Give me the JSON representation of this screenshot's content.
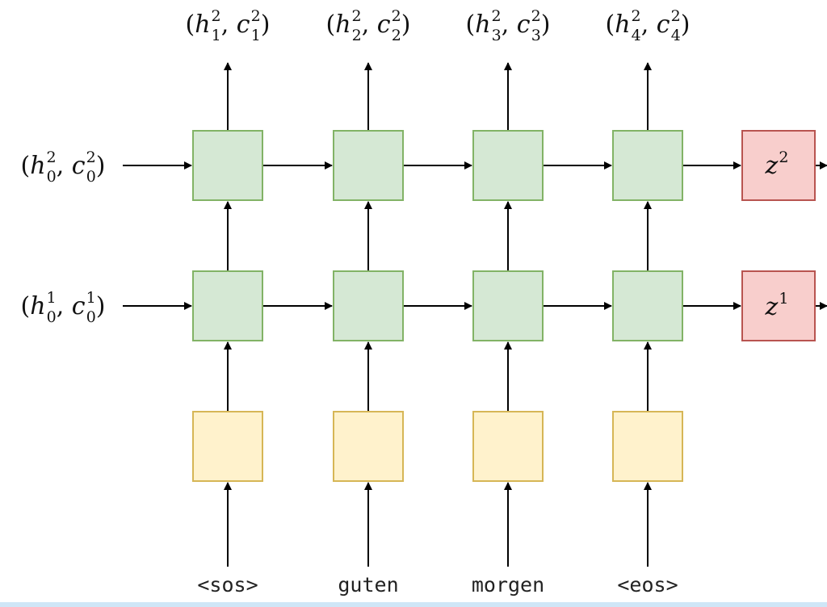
{
  "diagram": {
    "title": "",
    "colors": {
      "lstm_fill": "#d5e8d4",
      "lstm_stroke": "#82b366",
      "embed_fill": "#fff2cc",
      "embed_stroke": "#d6b656",
      "context_fill": "#f8cecc",
      "context_stroke": "#b85450",
      "arrow": "#000000"
    },
    "tokens": [
      "<sos>",
      "guten",
      "morgen",
      "<eos>"
    ],
    "initial_states": [
      {
        "h": "h",
        "c": "c",
        "sup": "2",
        "sub": "0"
      },
      {
        "h": "h",
        "c": "c",
        "sup": "1",
        "sub": "0"
      }
    ],
    "outputs": [
      {
        "h": "h",
        "c": "c",
        "sup": "2",
        "sub": "1"
      },
      {
        "h": "h",
        "c": "c",
        "sup": "2",
        "sub": "2"
      },
      {
        "h": "h",
        "c": "c",
        "sup": "2",
        "sub": "3"
      },
      {
        "h": "h",
        "c": "c",
        "sup": "2",
        "sub": "4"
      }
    ],
    "context_vectors": [
      {
        "name": "z",
        "sup": "2"
      },
      {
        "name": "z",
        "sup": "1"
      }
    ],
    "layers": [
      "layer-2",
      "layer-1"
    ]
  }
}
